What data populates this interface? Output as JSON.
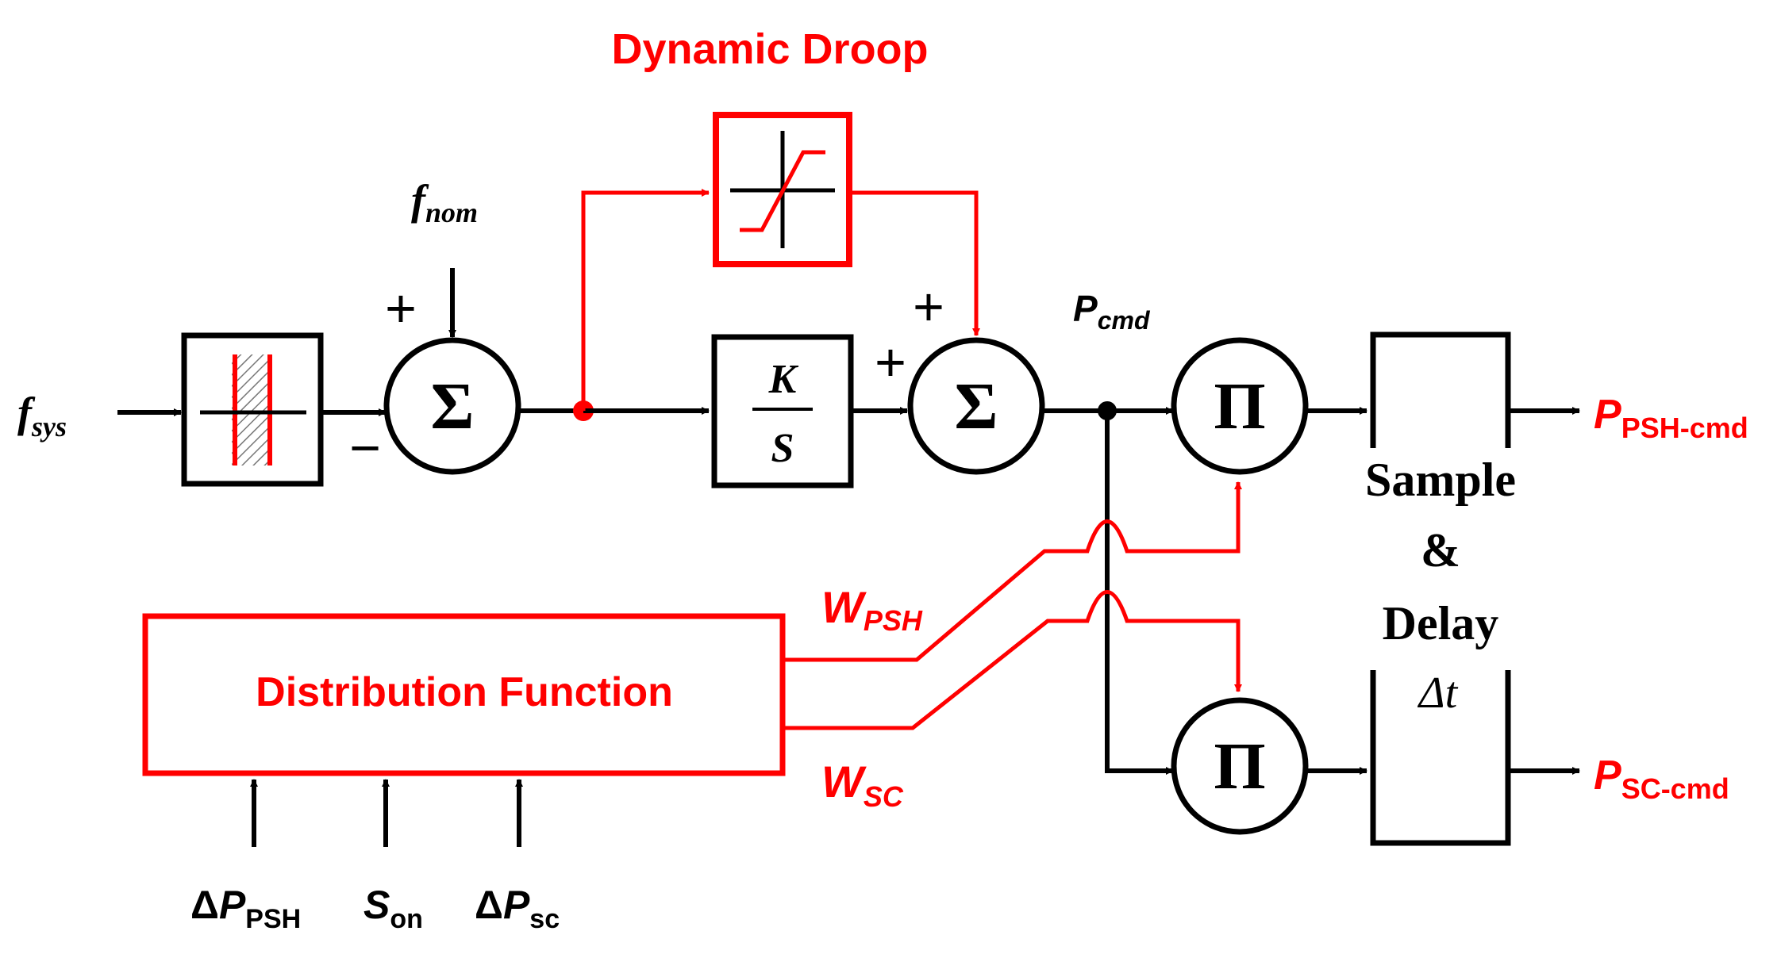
{
  "colors": {
    "black": "#000000",
    "red": "#ff0000",
    "hatch": "#888888"
  },
  "title": "Dynamic Droop",
  "inputs": {
    "fsys_base": "f",
    "fsys_sub": "sys",
    "fnom_base": "f",
    "fnom_sub": "nom"
  },
  "blocks": {
    "deadband_icon": "deadband-icon",
    "saturation_icon": "saturation-icon",
    "integrator_num": "K",
    "integrator_den": "S",
    "sum_symbol": "Σ",
    "product_symbol": "Π",
    "distribution_label": "Distribution Function",
    "sample_line1": "Sample",
    "sample_line2": "&",
    "sample_line3": "Delay",
    "sample_delta": "Δt"
  },
  "signs": {
    "plus": "+",
    "minus": "−"
  },
  "signals": {
    "pcmd_base": "P",
    "pcmd_sub": "cmd",
    "wpsh_base": "W",
    "wpsh_sub": "PSH",
    "wsc_base": "W",
    "wsc_sub": "SC"
  },
  "outputs": {
    "psh_base": "P",
    "psh_sub": "PSH-cmd",
    "sc_base": "P",
    "sc_sub": "SC-cmd"
  },
  "dist_inputs": [
    {
      "prefix": "Δ",
      "base": "P",
      "sub": "PSH"
    },
    {
      "prefix": "",
      "base": "S",
      "sub": "on"
    },
    {
      "prefix": "Δ",
      "base": "P",
      "sub": "sc"
    }
  ]
}
